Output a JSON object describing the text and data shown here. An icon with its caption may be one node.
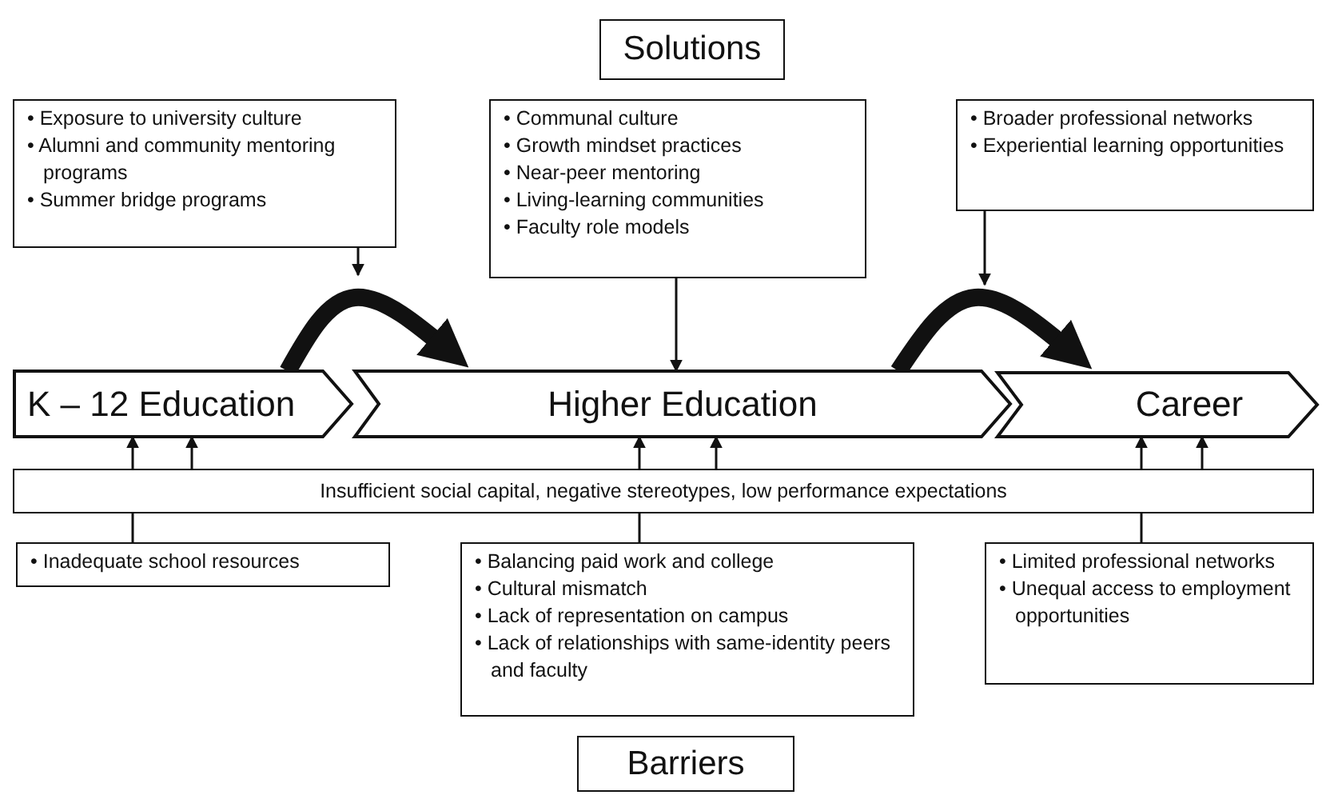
{
  "diagram": {
    "nodes": [
      {
        "text": [
          "Solutions"
        ]
      },
      {
        "text": [
          "• Exposure to university culture",
          "• Alumni and community mentoring programs",
          "• Summer bridge programs"
        ]
      },
      {
        "text": [
          "• Communal culture",
          "• Growth mindset practices",
          "• Near-peer mentoring",
          "• Living-learning communities",
          "• Faculty role models"
        ]
      },
      {
        "text": [
          "• Broader professional networks",
          "• Experiential learning opportunities"
        ]
      },
      {
        "text": [
          "K – 12 Education"
        ]
      },
      {
        "text": [
          "Higher Education"
        ]
      },
      {
        "text": [
          "Career"
        ]
      },
      {
        "text": [
          "Insufficient social capital, negative stereotypes, low performance expectations"
        ]
      },
      {
        "text": [
          "• Inadequate school resources"
        ]
      },
      {
        "text": [
          "• Balancing paid work and college",
          "• Cultural mismatch",
          "• Lack of representation on campus",
          "• Lack of relationships with same-identity peers and faculty"
        ]
      },
      {
        "text": [
          "• Limited professional networks",
          "• Unequal access to employment opportunities"
        ]
      },
      {
        "text": [
          "Barriers"
        ]
      }
    ],
    "edges": [
      {
        "from": 1,
        "to": null,
        "arrow": "to"
      },
      {
        "from": 2,
        "to": 5,
        "arrow": "to"
      },
      {
        "from": 3,
        "to": null,
        "arrow": "to"
      },
      {
        "from": 4,
        "to": 5,
        "arrow": "to",
        "style": "thick"
      },
      {
        "from": 5,
        "to": 6,
        "arrow": "to",
        "style": "thick"
      },
      {
        "from": 7,
        "to": 4,
        "arrow": "to"
      },
      {
        "from": 7,
        "to": 4,
        "arrow": "to"
      },
      {
        "from": 7,
        "to": 5,
        "arrow": "to"
      },
      {
        "from": 7,
        "to": 5,
        "arrow": "to"
      },
      {
        "from": 7,
        "to": 6,
        "arrow": "to"
      },
      {
        "from": 7,
        "to": 6,
        "arrow": "to"
      },
      {
        "from": 7,
        "to": 8,
        "arrow": "none"
      },
      {
        "from": 7,
        "to": 9,
        "arrow": "none"
      },
      {
        "from": 7,
        "to": 10,
        "arrow": "none"
      }
    ]
  }
}
